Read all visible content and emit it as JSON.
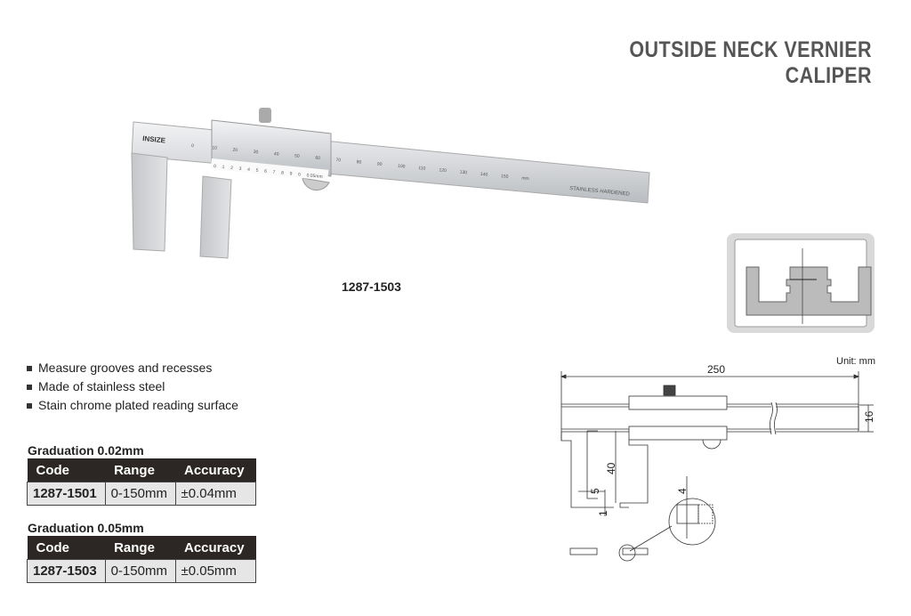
{
  "title": "OUTSIDE NECK VERNIER CALIPER",
  "product_image": {
    "model_label": "1287-1503",
    "logo_text": "INSIZE",
    "scale_labels": [
      "0",
      "10",
      "20",
      "30",
      "40",
      "50",
      "60",
      "70",
      "80",
      "90",
      "100",
      "110",
      "120",
      "130",
      "140",
      "150",
      "mm"
    ],
    "vernier_labels": [
      "0",
      "1",
      "2",
      "3",
      "4",
      "5",
      "6",
      "7",
      "8",
      "9",
      "0",
      "0.05mm"
    ],
    "beam_text": "STAINLESS  HARDENED"
  },
  "features": [
    "Measure grooves and recesses",
    "Made of stainless steel",
    "Stain chrome plated reading surface"
  ],
  "spec_tables": [
    {
      "graduation": "Graduation 0.02mm",
      "headers": [
        "Code",
        "Range",
        "Accuracy"
      ],
      "rows": [
        [
          "1287-1501",
          "0-150mm",
          "±0.04mm"
        ]
      ]
    },
    {
      "graduation": "Graduation 0.05mm",
      "headers": [
        "Code",
        "Range",
        "Accuracy"
      ],
      "rows": [
        [
          "1287-1503",
          "0-150mm",
          "±0.05mm"
        ]
      ]
    }
  ],
  "drawing": {
    "unit": "Unit: mm",
    "dims": {
      "length": "250",
      "height": "16",
      "jaw_depth": "40",
      "tip_width": "5",
      "tip_thickness": "1",
      "detail": "4"
    }
  },
  "colors": {
    "header_bg": "#2c2624",
    "cell_bg": "#e6e6e6",
    "title": "#555555"
  }
}
